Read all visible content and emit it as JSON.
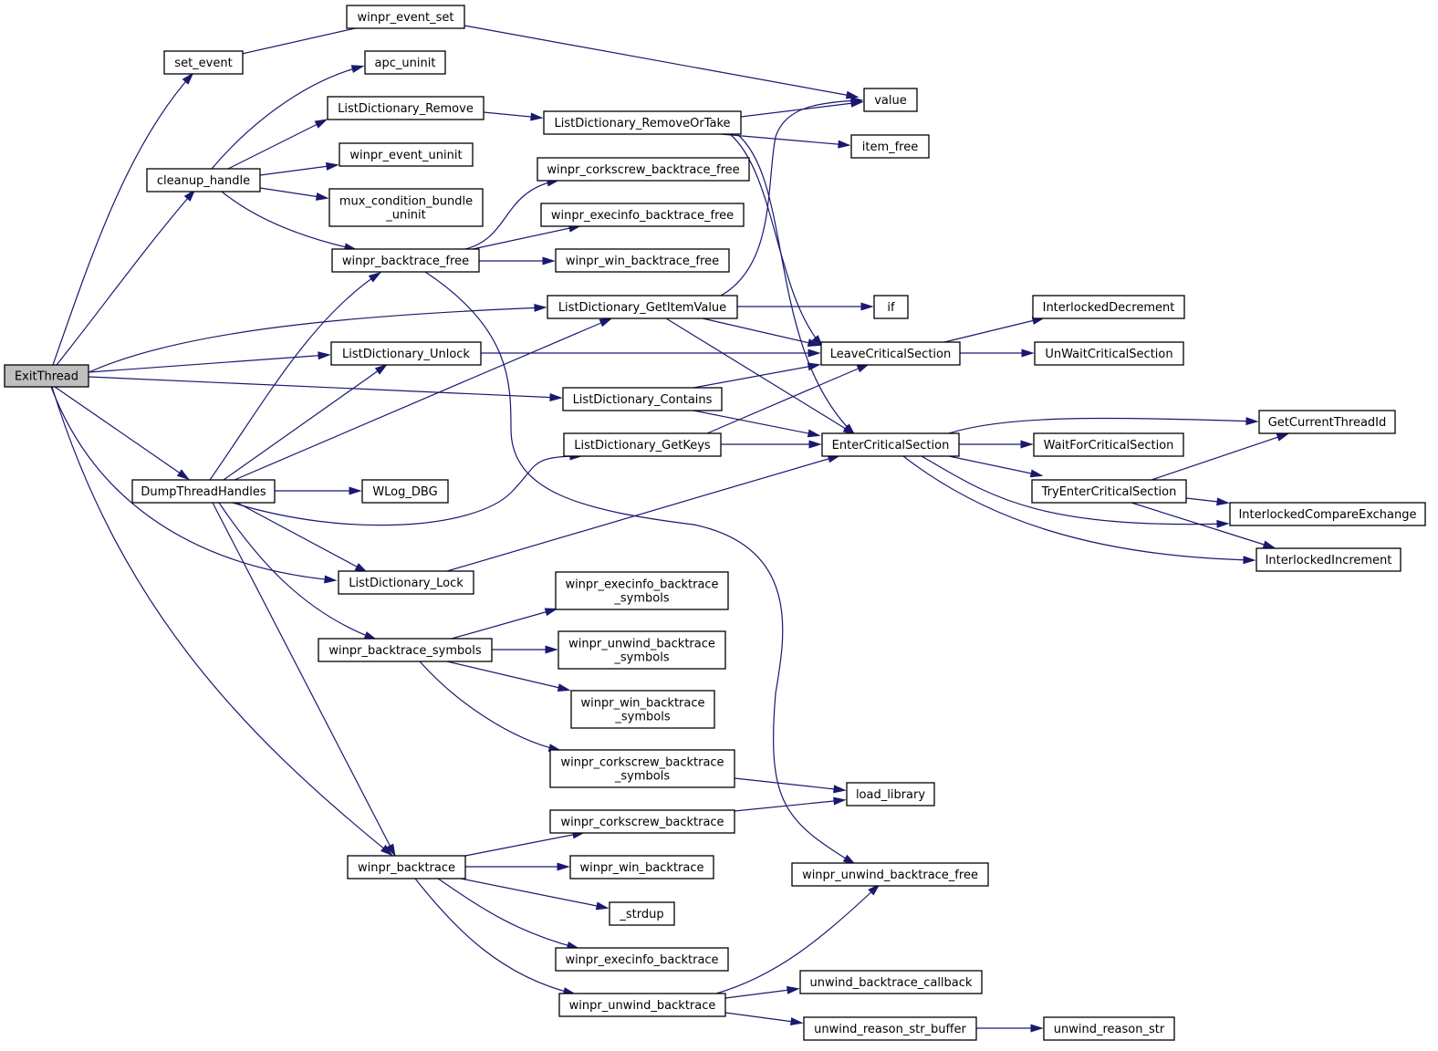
{
  "title": "",
  "colors": {
    "edge": "#191970",
    "node_border": "#000000",
    "root_fill": "#bfbfbf",
    "node_fill": "#ffffff"
  },
  "nodes": {
    "exitthread": [
      "ExitThread"
    ],
    "set_event": [
      "set_event"
    ],
    "winpr_event_set": [
      "winpr_event_set"
    ],
    "apc_uninit": [
      "apc_uninit"
    ],
    "ld_remove": [
      "ListDictionary_Remove"
    ],
    "ld_removeortake": [
      "ListDictionary_RemoveOrTake"
    ],
    "value": [
      "value"
    ],
    "item_free": [
      "item_free"
    ],
    "winpr_event_uninit": [
      "winpr_event_uninit"
    ],
    "cleanup_handle": [
      "cleanup_handle"
    ],
    "mux_uninit": [
      "mux_condition_bundle",
      "_uninit"
    ],
    "corkscrew_bt_free": [
      "winpr_corkscrew_backtrace_free"
    ],
    "execinfo_bt_free": [
      "winpr_execinfo_backtrace_free"
    ],
    "bt_free": [
      "winpr_backtrace_free"
    ],
    "win_bt_free": [
      "winpr_win_backtrace_free"
    ],
    "ld_getitemvalue": [
      "ListDictionary_GetItemValue"
    ],
    "if": [
      "if"
    ],
    "interlockeddecrement": [
      "InterlockedDecrement"
    ],
    "ld_unlock": [
      "ListDictionary_Unlock"
    ],
    "leavecs": [
      "LeaveCriticalSection"
    ],
    "unwaitcs": [
      "UnWaitCriticalSection"
    ],
    "ld_contains": [
      "ListDictionary_Contains"
    ],
    "getcurrentthreadid": [
      "GetCurrentThreadId"
    ],
    "ld_getkeys": [
      "ListDictionary_GetKeys"
    ],
    "entercs": [
      "EnterCriticalSection"
    ],
    "waitforcs": [
      "WaitForCriticalSection"
    ],
    "dumpthreadhandles": [
      "DumpThreadHandles"
    ],
    "wlog_dbg": [
      "WLog_DBG"
    ],
    "tryentercs": [
      "TryEnterCriticalSection"
    ],
    "interlockedcmpxchg": [
      "InterlockedCompareExchange"
    ],
    "interlockedincrement": [
      "InterlockedIncrement"
    ],
    "ld_lock": [
      "ListDictionary_Lock"
    ],
    "execinfo_bt_symbols": [
      "winpr_execinfo_backtrace",
      "_symbols"
    ],
    "bt_symbols": [
      "winpr_backtrace_symbols"
    ],
    "unwind_bt_symbols": [
      "winpr_unwind_backtrace",
      "_symbols"
    ],
    "win_bt_symbols": [
      "winpr_win_backtrace",
      "_symbols"
    ],
    "corkscrew_bt_symbols": [
      "winpr_corkscrew_backtrace",
      "_symbols"
    ],
    "load_library": [
      "load_library"
    ],
    "corkscrew_bt": [
      "winpr_corkscrew_backtrace"
    ],
    "backtrace": [
      "winpr_backtrace"
    ],
    "win_bt": [
      "winpr_win_backtrace"
    ],
    "unwind_bt_free": [
      "winpr_unwind_backtrace_free"
    ],
    "strdup": [
      "_strdup"
    ],
    "execinfo_bt": [
      "winpr_execinfo_backtrace"
    ],
    "unwind_bt_callback": [
      "unwind_backtrace_callback"
    ],
    "unwind_bt": [
      "winpr_unwind_backtrace"
    ],
    "unwind_reason_str_buffer": [
      "unwind_reason_str_buffer"
    ],
    "unwind_reason_str": [
      "unwind_reason_str"
    ]
  },
  "edges": [
    [
      "exitthread",
      "set_event"
    ],
    [
      "exitthread",
      "cleanup_handle"
    ],
    [
      "exitthread",
      "ld_getitemvalue"
    ],
    [
      "exitthread",
      "ld_unlock"
    ],
    [
      "exitthread",
      "ld_contains"
    ],
    [
      "exitthread",
      "dumpthreadhandles"
    ],
    [
      "exitthread",
      "ld_lock"
    ],
    [
      "exitthread",
      "backtrace"
    ],
    [
      "set_event",
      "winpr_event_set"
    ],
    [
      "winpr_event_set",
      "value"
    ],
    [
      "cleanup_handle",
      "apc_uninit"
    ],
    [
      "cleanup_handle",
      "ld_remove"
    ],
    [
      "cleanup_handle",
      "winpr_event_uninit"
    ],
    [
      "cleanup_handle",
      "mux_uninit"
    ],
    [
      "cleanup_handle",
      "bt_free"
    ],
    [
      "ld_remove",
      "ld_removeortake"
    ],
    [
      "ld_removeortake",
      "value"
    ],
    [
      "ld_removeortake",
      "item_free"
    ],
    [
      "ld_removeortake",
      "leavecs"
    ],
    [
      "ld_removeortake",
      "entercs"
    ],
    [
      "bt_free",
      "corkscrew_bt_free"
    ],
    [
      "bt_free",
      "execinfo_bt_free"
    ],
    [
      "bt_free",
      "win_bt_free"
    ],
    [
      "bt_free",
      "unwind_bt_free"
    ],
    [
      "ld_getitemvalue",
      "value"
    ],
    [
      "ld_getitemvalue",
      "if"
    ],
    [
      "ld_getitemvalue",
      "leavecs"
    ],
    [
      "ld_getitemvalue",
      "entercs"
    ],
    [
      "ld_unlock",
      "leavecs"
    ],
    [
      "ld_contains",
      "leavecs"
    ],
    [
      "ld_contains",
      "entercs"
    ],
    [
      "ld_getkeys",
      "leavecs"
    ],
    [
      "ld_getkeys",
      "entercs"
    ],
    [
      "leavecs",
      "interlockeddecrement"
    ],
    [
      "leavecs",
      "unwaitcs"
    ],
    [
      "entercs",
      "getcurrentthreadid"
    ],
    [
      "entercs",
      "waitforcs"
    ],
    [
      "entercs",
      "tryentercs"
    ],
    [
      "entercs",
      "interlockedcmpxchg"
    ],
    [
      "entercs",
      "interlockedincrement"
    ],
    [
      "tryentercs",
      "getcurrentthreadid"
    ],
    [
      "tryentercs",
      "interlockedcmpxchg"
    ],
    [
      "tryentercs",
      "interlockedincrement"
    ],
    [
      "dumpthreadhandles",
      "bt_free"
    ],
    [
      "dumpthreadhandles",
      "ld_getitemvalue"
    ],
    [
      "dumpthreadhandles",
      "ld_unlock"
    ],
    [
      "dumpthreadhandles",
      "ld_getkeys"
    ],
    [
      "dumpthreadhandles",
      "wlog_dbg"
    ],
    [
      "dumpthreadhandles",
      "ld_lock"
    ],
    [
      "dumpthreadhandles",
      "bt_symbols"
    ],
    [
      "dumpthreadhandles",
      "backtrace"
    ],
    [
      "ld_lock",
      "entercs"
    ],
    [
      "bt_symbols",
      "execinfo_bt_symbols"
    ],
    [
      "bt_symbols",
      "unwind_bt_symbols"
    ],
    [
      "bt_symbols",
      "win_bt_symbols"
    ],
    [
      "bt_symbols",
      "corkscrew_bt_symbols"
    ],
    [
      "corkscrew_bt_symbols",
      "load_library"
    ],
    [
      "corkscrew_bt",
      "load_library"
    ],
    [
      "backtrace",
      "corkscrew_bt"
    ],
    [
      "backtrace",
      "win_bt"
    ],
    [
      "backtrace",
      "strdup"
    ],
    [
      "backtrace",
      "execinfo_bt"
    ],
    [
      "backtrace",
      "unwind_bt"
    ],
    [
      "unwind_bt",
      "unwind_bt_free"
    ],
    [
      "unwind_bt",
      "unwind_bt_callback"
    ],
    [
      "unwind_bt",
      "unwind_reason_str_buffer"
    ],
    [
      "unwind_reason_str_buffer",
      "unwind_reason_str"
    ]
  ]
}
